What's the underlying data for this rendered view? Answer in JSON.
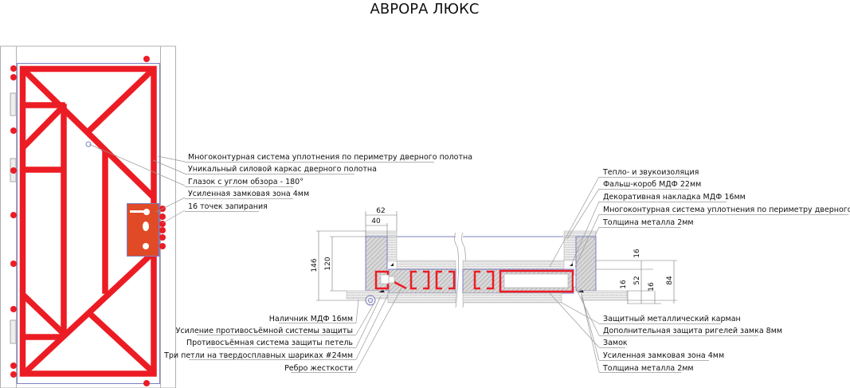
{
  "title": "АВРОРА ЛЮКС",
  "door_labels": [
    "Многоконтурная система уплотнения по периметру дверного полотна",
    "Уникальный силовой каркас дверного полотна",
    "Глазок с углом обзора - 180°",
    "Усиленная замковая зона 4мм",
    "16 точек запирания"
  ],
  "section_top_right_labels": [
    "Тепло- и звукоизоляция",
    "Фальш-короб МДФ 22мм",
    "Декоративная накладка МДФ 16мм",
    "Многоконтурная система уплотнения по периметру дверного полотна",
    "Толщина металла 2мм"
  ],
  "section_bottom_left_labels": [
    "Наличник МДФ 16мм",
    "Усиление противосъёмной системы защиты",
    "Противосъёмная система защиты петель",
    "Три петли на твердосплавных шариках #24мм",
    "Ребро жесткости"
  ],
  "section_bottom_right_labels": [
    "Защитный металлический карман",
    "Дополнительная защита ригелей замка 8мм",
    "Замок",
    "Усиленная замковая зона 4мм",
    "Толщина металла 2мм"
  ],
  "dimensions": {
    "frame_depth": "62",
    "frame_width": "40",
    "total_height": "146",
    "frame_height": "120",
    "right_top": "16",
    "right_mid": "52",
    "right_low_a": "16",
    "right_low_b": "16",
    "right_total": "84"
  },
  "colors": {
    "frame_red": "#ec1c24",
    "lock_plate": "#e04a27",
    "outline_blue": "#7b7fc0"
  }
}
